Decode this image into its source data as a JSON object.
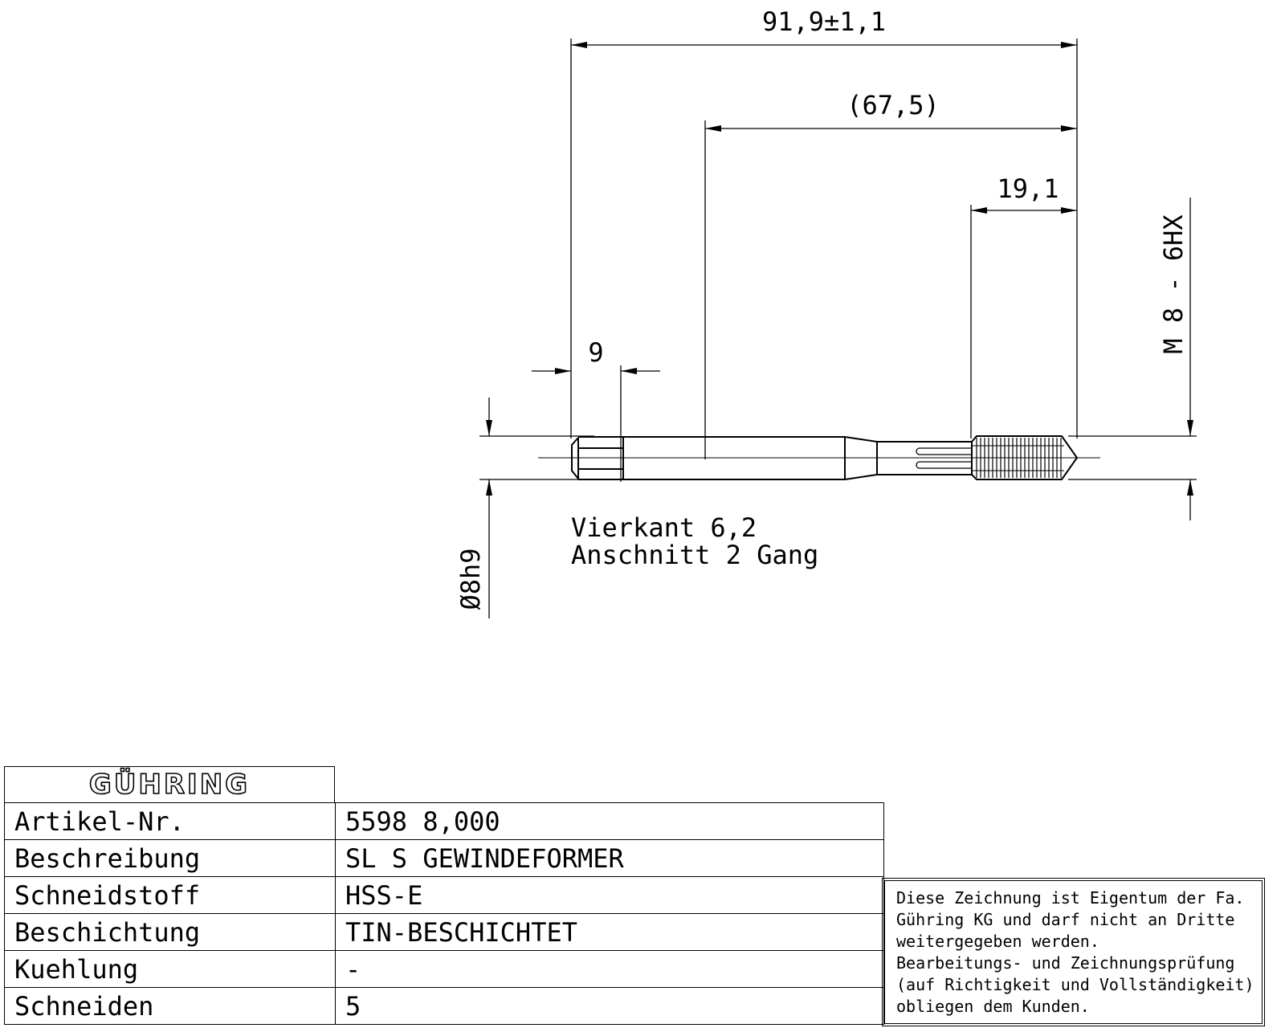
{
  "dimensions": {
    "overall_length": "91,9±1,1",
    "shank_to_tip": "(67,5)",
    "thread_length": "19,1",
    "square_length": "9",
    "thread_size": "M 8 - 6HX",
    "shank_diameter": "Ø8h9"
  },
  "notes": {
    "line1": "Vierkant 6,2",
    "line2": "Anschnitt 2 Gang"
  },
  "title_block": {
    "logo": "GÜHRING",
    "rows": [
      {
        "label": "Artikel-Nr.",
        "value": "5598 8,000"
      },
      {
        "label": "Beschreibung",
        "value": "SL S GEWINDEFORMER"
      },
      {
        "label": "Schneidstoff",
        "value": "HSS-E"
      },
      {
        "label": "Beschichtung",
        "value": "TIN-BESCHICHTET"
      },
      {
        "label": "Kuehlung",
        "value": "-"
      },
      {
        "label": "Schneiden",
        "value": "5"
      }
    ]
  },
  "disclaimer": [
    "Diese Zeichnung ist Eigentum der Fa.",
    "Gühring KG und darf nicht an Dritte",
    "weitergegeben werden.",
    "Bearbeitungs- und Zeichnungsprüfung",
    "(auf Richtigkeit und Vollständigkeit)",
    "obliegen dem Kunden."
  ]
}
